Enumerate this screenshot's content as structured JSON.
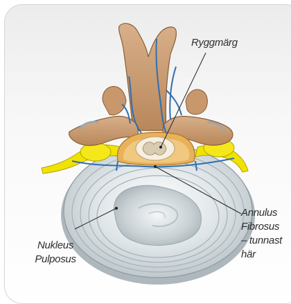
{
  "labels": {
    "spinal_cord": "Ryggmärg",
    "annulus_line1": "Annulus",
    "annulus_line2": "Fibrosus",
    "annulus_line3": "– tunnast",
    "annulus_line4": "här",
    "nucleus_line1": "Nukleus",
    "nucleus_line2": "Pulposus"
  },
  "colors": {
    "bone": "#c99d72",
    "bone_dark": "#8a5c36",
    "vessel": "#2f6fb0",
    "nerve": "#f2e200",
    "disc": "#e9eef1",
    "disc_ring": "#9aa6ad",
    "cord": "#f3ead9",
    "canal": "#e3a648"
  }
}
